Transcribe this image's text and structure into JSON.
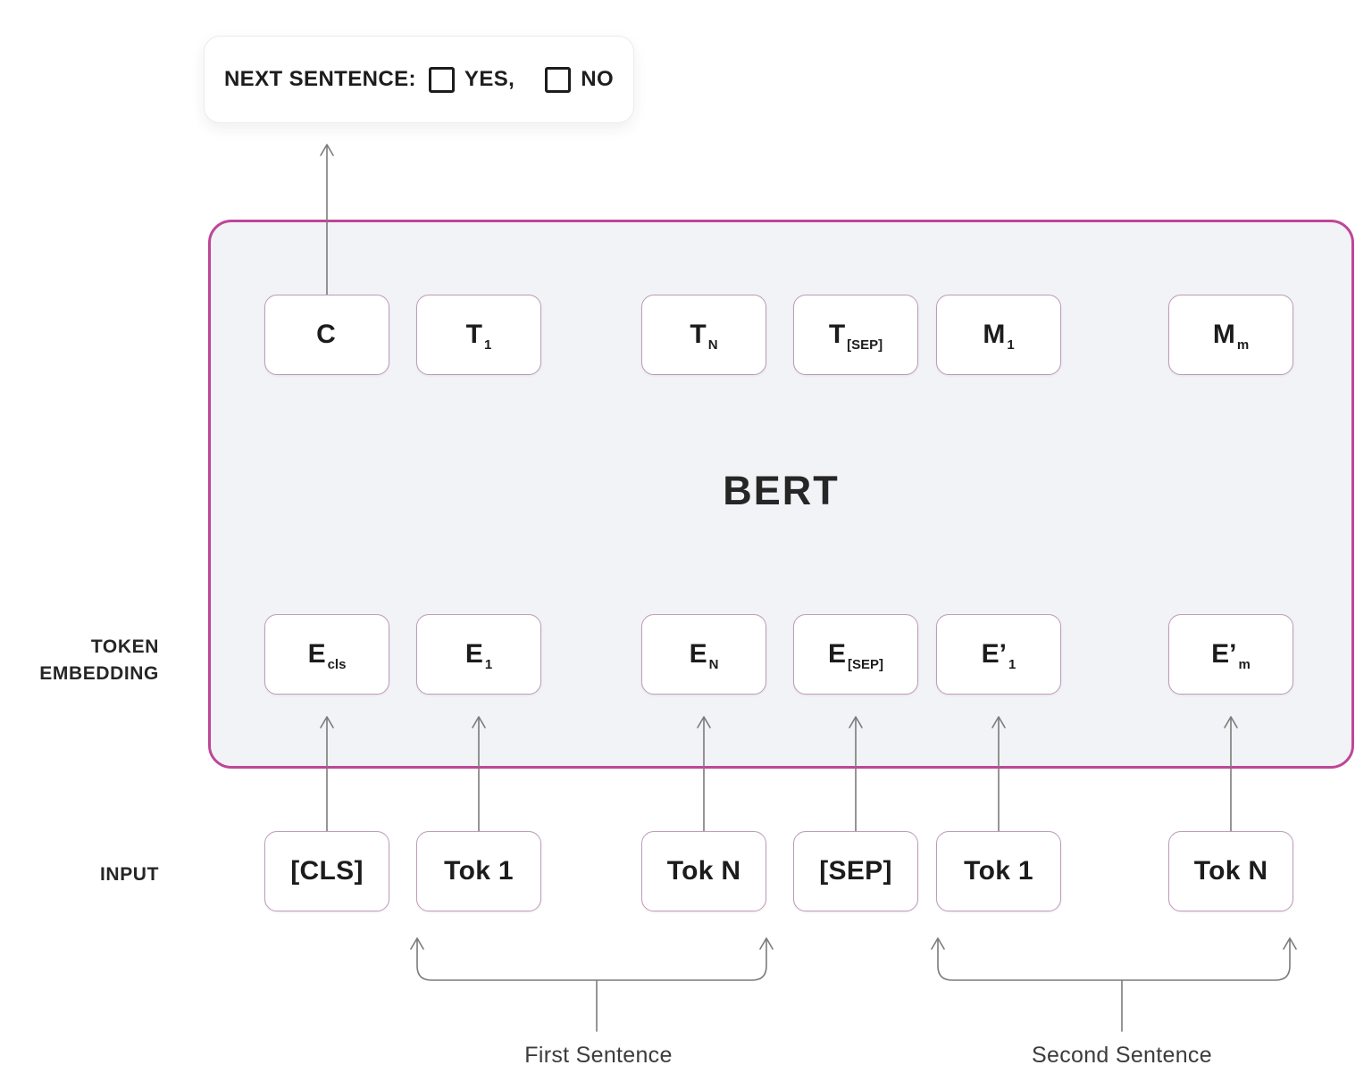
{
  "title_box": {
    "label": "NEXT SENTENCE:",
    "yes_label": "YES,",
    "no_label": "NO"
  },
  "bert_title": "BERT",
  "side_labels": {
    "token_embedding": [
      "TOKEN",
      "EMBEDDING"
    ],
    "input": "INPUT"
  },
  "output_row": [
    {
      "main": "C",
      "sub": ""
    },
    {
      "main": "T",
      "sub": "1"
    },
    {
      "main": "T",
      "sub": "N"
    },
    {
      "main": "T",
      "sub": "[SEP]"
    },
    {
      "main": "M",
      "sub": "1"
    },
    {
      "main": "M",
      "sub": "m"
    }
  ],
  "embedding_row": [
    {
      "main": "E",
      "sub": "cls"
    },
    {
      "main": "E",
      "sub": "1"
    },
    {
      "main": "E",
      "sub": "N"
    },
    {
      "main": "E",
      "sub": "[SEP]"
    },
    {
      "main": "E’",
      "sub": "1"
    },
    {
      "main": "E’",
      "sub": "m"
    }
  ],
  "input_row": [
    "[CLS]",
    "Tok 1",
    "Tok N",
    "[SEP]",
    "Tok 1",
    "Tok N"
  ],
  "sentence_labels": {
    "first": "First Sentence",
    "second": "Second Sentence"
  },
  "colors": {
    "container_border": "#bf4697",
    "container_fill": "#f2f3f6",
    "node_border": "#bd9cba",
    "arrow": "#7b7b7b",
    "text": "#1c1c1c"
  }
}
